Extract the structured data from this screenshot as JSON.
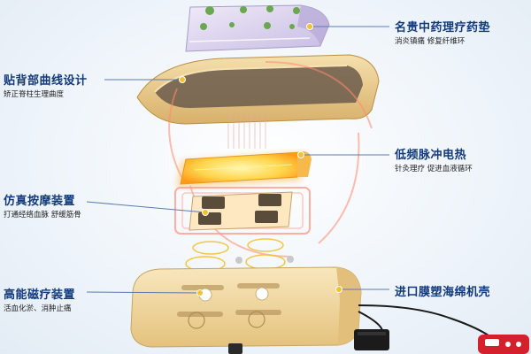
{
  "callouts": {
    "herbal_pad": {
      "title": "名贵中药理疗药垫",
      "subtitle": "消炎镇痛  修复纤维环"
    },
    "back_curve": {
      "title": "贴背部曲线设计",
      "subtitle": "矫正脊柱生理曲度"
    },
    "heating": {
      "title": "低频脉冲电热",
      "subtitle": "针灸理疗  促进血液循环"
    },
    "massage": {
      "title": "仿真按摩装置",
      "subtitle": "打通经络血脉  舒缓筋骨"
    },
    "magnetic": {
      "title": "高能磁疗装置",
      "subtitle": "活血化淤、消肿止痛"
    },
    "foam_shell": {
      "title": "进口膜塑海绵机壳",
      "subtitle": ""
    }
  },
  "colors": {
    "title_text": "#123a7a",
    "leader_line": "#5c7bb0",
    "anchor_dot": "#f2c230",
    "shell": "#f1d9a0",
    "heat_glow": "#ff8a00",
    "pad": "#dad0ee",
    "remote_red": "#d41f2c"
  }
}
